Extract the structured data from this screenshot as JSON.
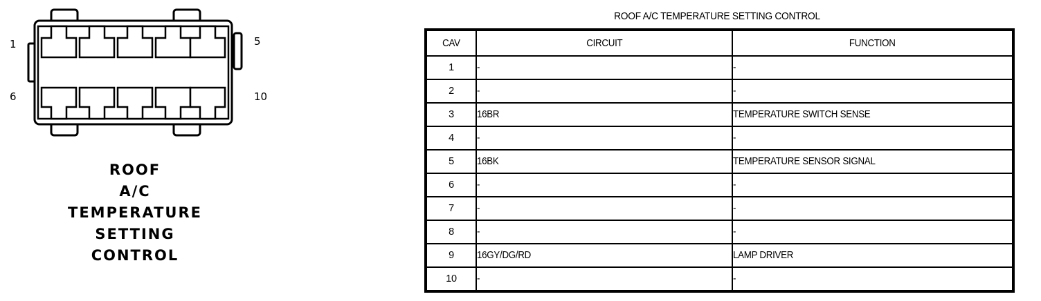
{
  "connector": {
    "caption_lines": [
      "ROOF",
      "A/C",
      "TEMPERATURE",
      "SETTING",
      "CONTROL"
    ],
    "pin_labels": {
      "top_left": "1",
      "bottom_left": "6",
      "top_right": "5",
      "bottom_right": "10"
    },
    "cavity_count": 10,
    "rows": 2,
    "columns": 5
  },
  "table": {
    "title": "ROOF A/C TEMPERATURE SETTING CONTROL",
    "headers": {
      "cav": "CAV",
      "circuit": "CIRCUIT",
      "function": "FUNCTION"
    },
    "rows": [
      {
        "cav": "1",
        "circuit": "-",
        "function": "-"
      },
      {
        "cav": "2",
        "circuit": "-",
        "function": "-"
      },
      {
        "cav": "3",
        "circuit": "16BR",
        "function": "TEMPERATURE SWITCH SENSE"
      },
      {
        "cav": "4",
        "circuit": "-",
        "function": "-"
      },
      {
        "cav": "5",
        "circuit": "16BK",
        "function": "TEMPERATURE SENSOR SIGNAL"
      },
      {
        "cav": "6",
        "circuit": "-",
        "function": "-"
      },
      {
        "cav": "7",
        "circuit": "-",
        "function": "-"
      },
      {
        "cav": "8",
        "circuit": "-",
        "function": "-"
      },
      {
        "cav": "9",
        "circuit": "16GY/DG/RD",
        "function": "LAMP DRIVER"
      },
      {
        "cav": "10",
        "circuit": "-",
        "function": "-"
      }
    ]
  },
  "colors": {
    "ink": "#000000",
    "paper": "#ffffff"
  }
}
